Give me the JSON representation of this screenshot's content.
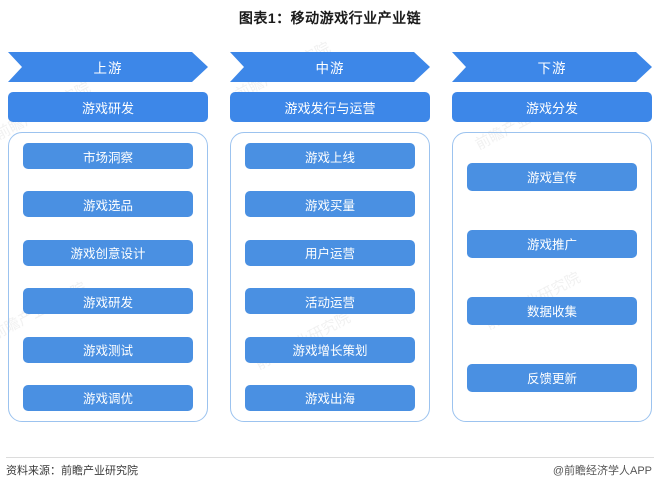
{
  "title": "图表1：移动游戏行业产业链",
  "columns": [
    {
      "banner": "上游",
      "sub": "游戏研发",
      "items": [
        "市场洞察",
        "游戏选品",
        "游戏创意设计",
        "游戏研发",
        "游戏测试",
        "游戏调优"
      ]
    },
    {
      "banner": "中游",
      "sub": "游戏发行与运营",
      "items": [
        "游戏上线",
        "游戏买量",
        "用户运营",
        "活动运营",
        "游戏增长策划",
        "游戏出海"
      ]
    },
    {
      "banner": "下游",
      "sub": "游戏分发",
      "items": [
        "游戏宣传",
        "游戏推广",
        "数据收集",
        "反馈更新"
      ]
    }
  ],
  "footer": {
    "source": "资料来源：前瞻产业研究院",
    "credit": "@前瞻经济学人APP"
  },
  "watermarks": [
    "前瞻产业研究院",
    "前瞻产业研究院",
    "前瞻产业研究院",
    "前瞻产业研究院",
    "前瞻产业研究院",
    "前瞻产业研究院"
  ],
  "colors": {
    "accent": "#3d87e8",
    "item": "#4a90e2",
    "border": "#9cc3ef"
  }
}
